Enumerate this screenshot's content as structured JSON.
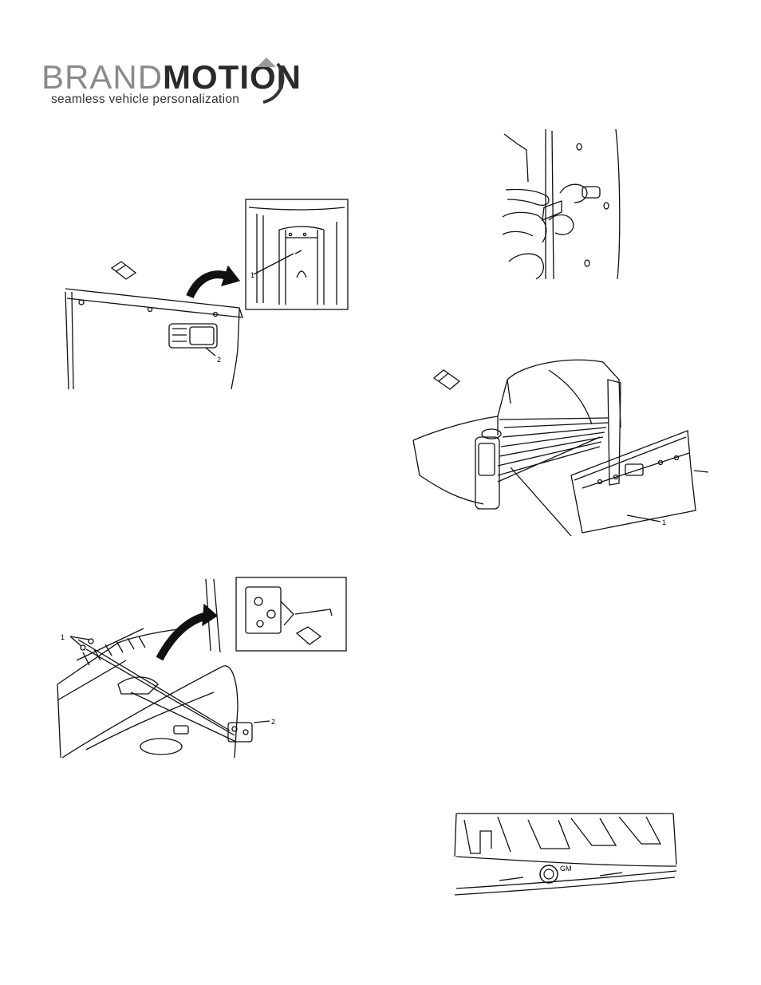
{
  "logo": {
    "brand_part1": "BRAND",
    "brand_part2": "MOTION",
    "tagline": "seamless vehicle personalization"
  },
  "figures": {
    "fig1": {
      "callouts": [
        "1",
        "2"
      ]
    },
    "fig2": {
      "callouts": []
    },
    "fig3": {
      "callouts": [
        "1"
      ]
    },
    "fig4": {
      "callouts": [
        "1",
        "2"
      ]
    },
    "fig5": {
      "callouts": [],
      "badge_text": "GM"
    }
  },
  "colors": {
    "line": "#111111",
    "logo_gray": "#8a8a8a",
    "logo_dark": "#2a2a2a"
  }
}
